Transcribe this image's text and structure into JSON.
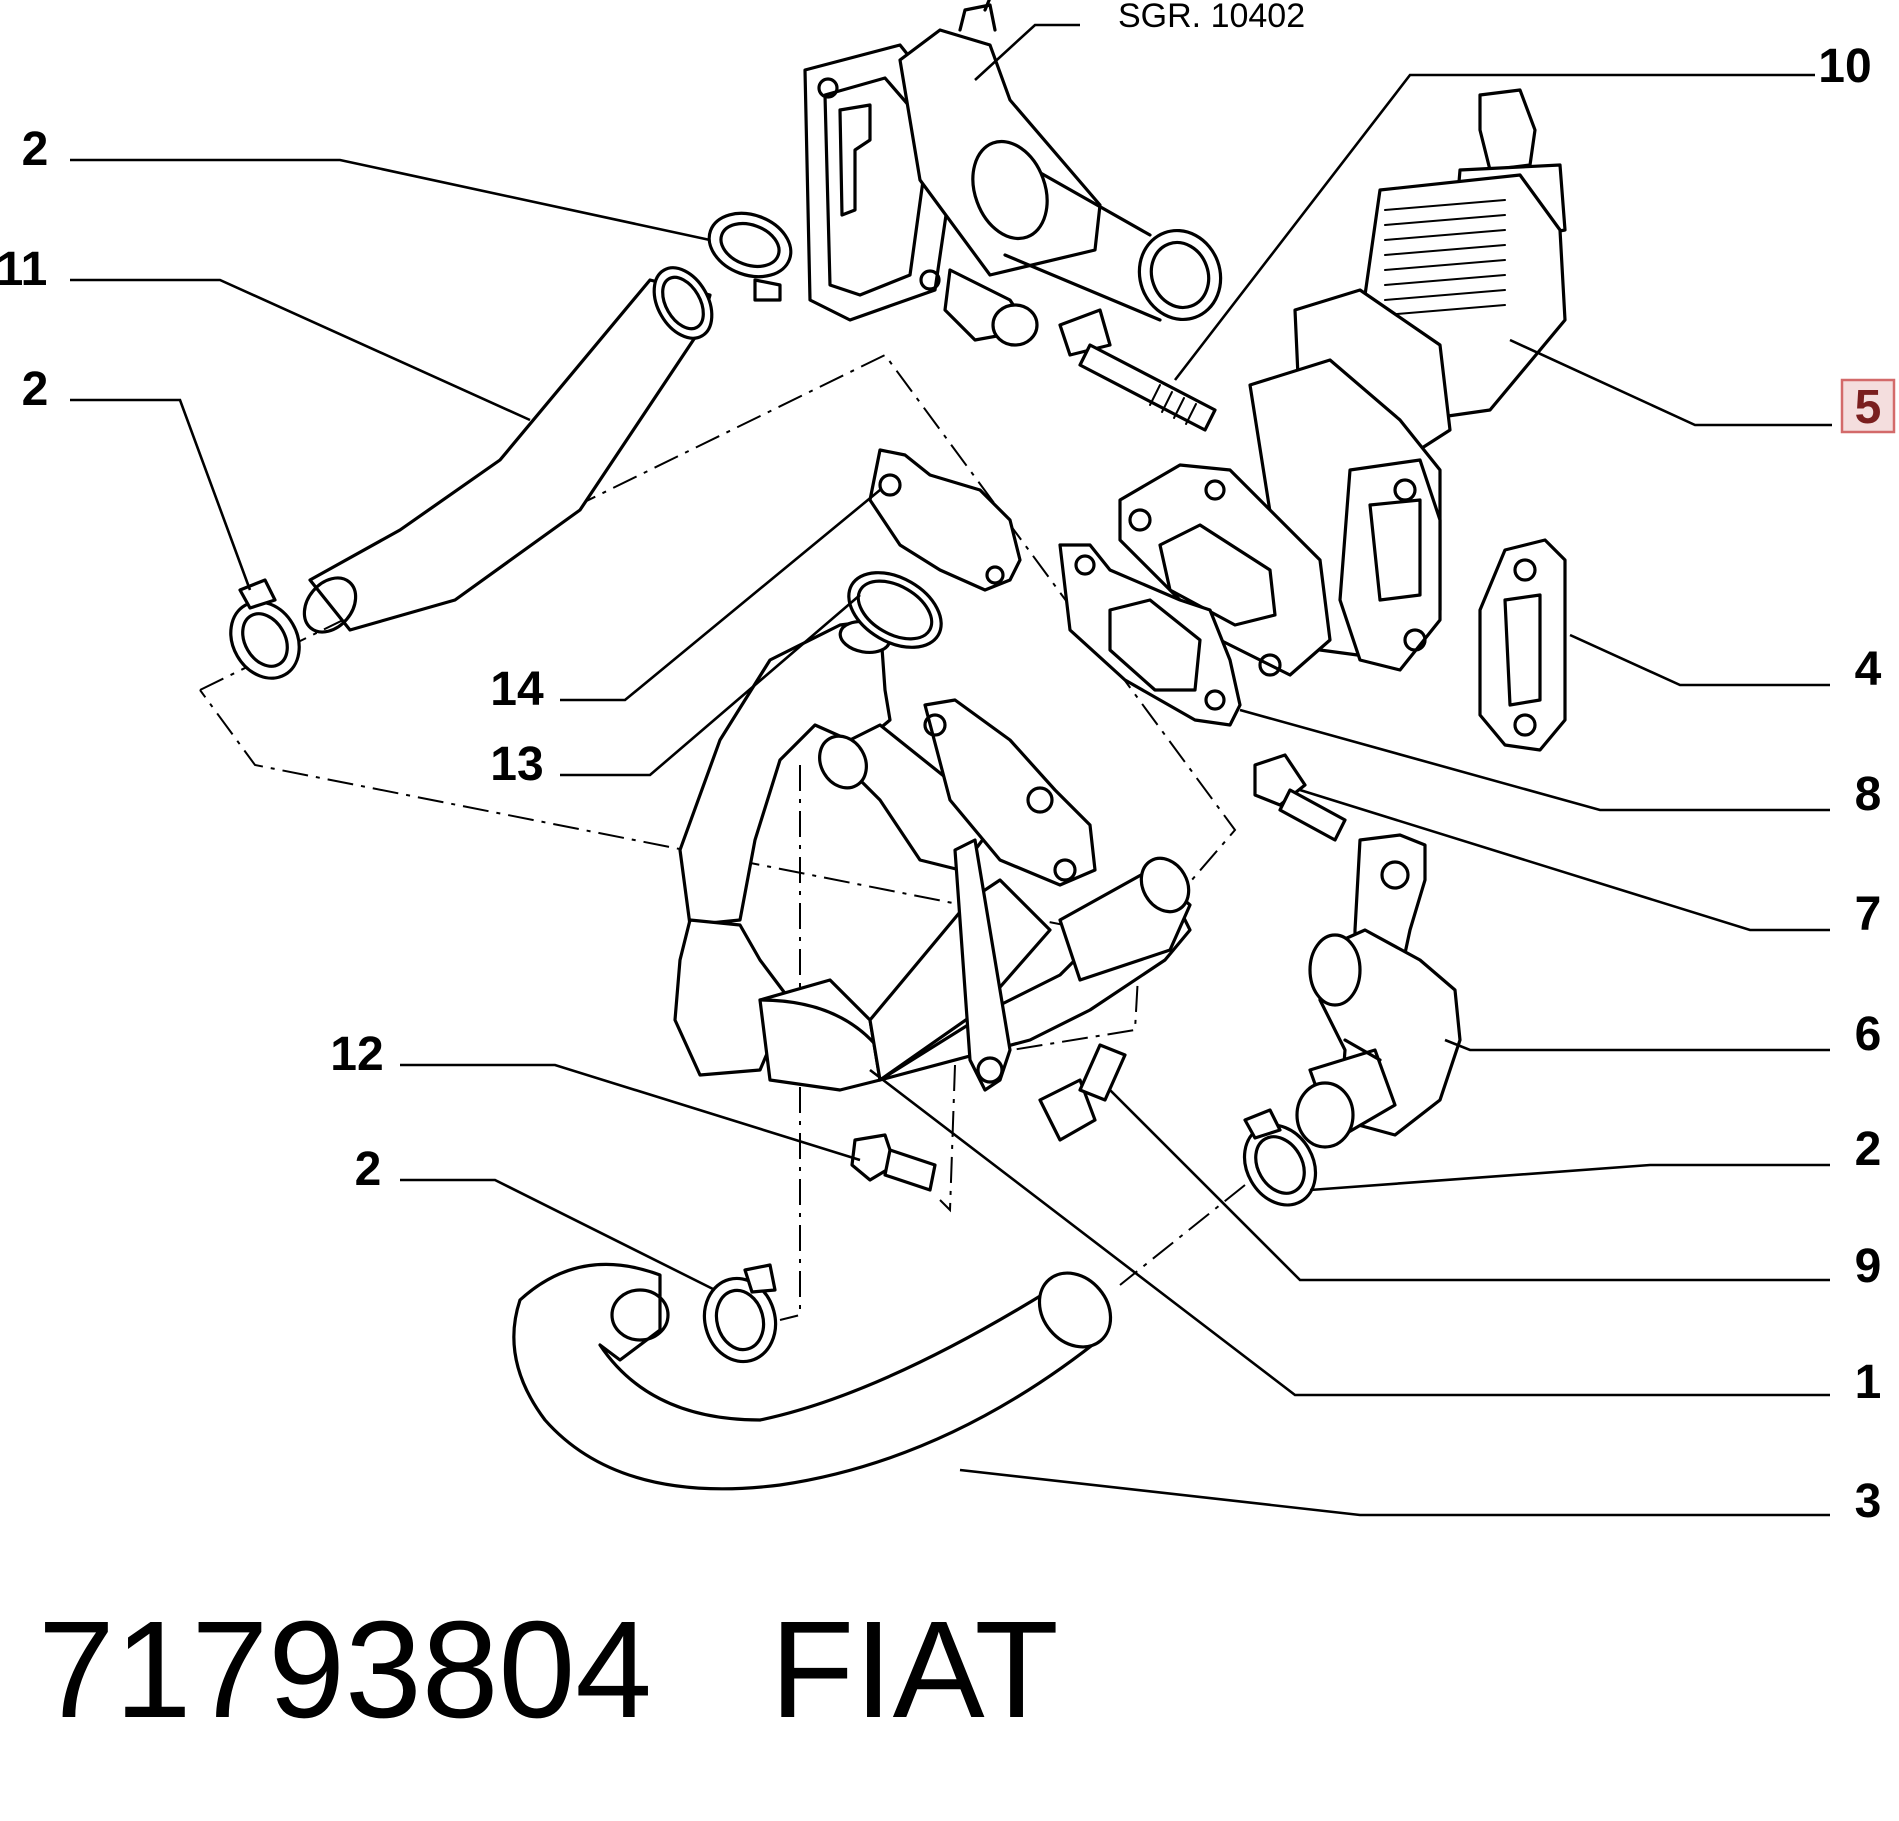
{
  "reference": "SGR. 10402",
  "callouts": {
    "c10": "10",
    "c5": "5",
    "c4": "4",
    "c8": "8",
    "c7": "7",
    "c6": "6",
    "c2_right": "2",
    "c9": "9",
    "c1": "1",
    "c3": "3",
    "c2_top": "2",
    "c11": "11",
    "c2_left": "2",
    "c14": "14",
    "c13": "13",
    "c12": "12",
    "c2_bottom": "2"
  },
  "highlighted_callout": "5",
  "highlight_color": "#f4dede",
  "caption": {
    "part_number": "71793804",
    "brand": "FIAT"
  }
}
